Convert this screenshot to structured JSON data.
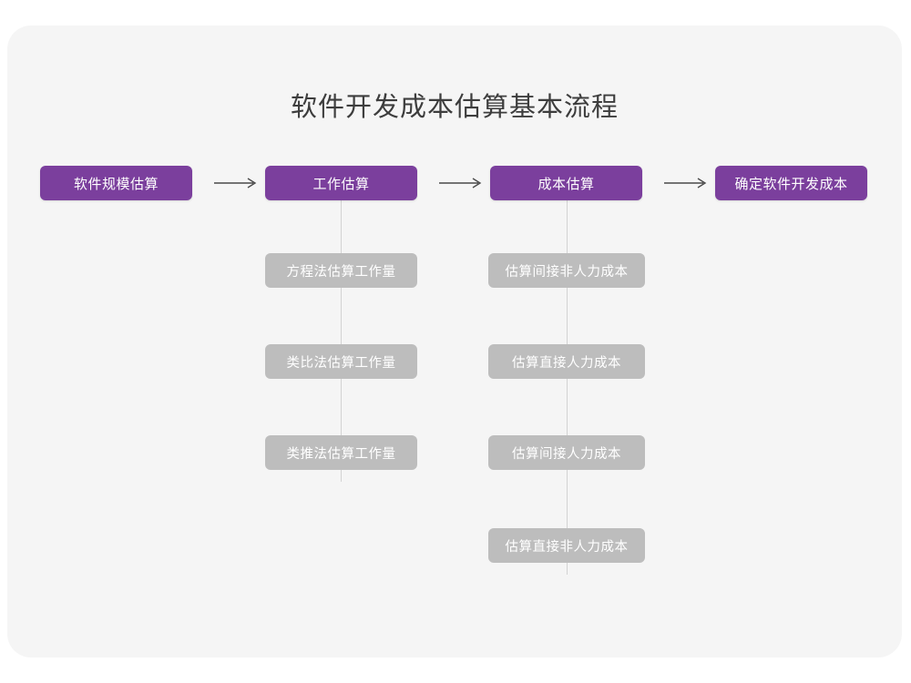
{
  "title": "软件开发成本估算基本流程",
  "colors": {
    "card_bg": "#f5f5f5",
    "page_bg": "#ffffff",
    "primary": "#7b3f9d",
    "secondary": "#bdbdbd",
    "connector": "#d3d3d3",
    "title_text": "#3d3d3d",
    "node_text": "#ffffff",
    "arrow": "#4a4a4a"
  },
  "flow": {
    "main_steps": [
      {
        "label": "软件规模估算"
      },
      {
        "label": "工作估算"
      },
      {
        "label": "成本估算"
      },
      {
        "label": "确定软件开发成本"
      }
    ],
    "arrows": [
      {
        "name": "arrow-1",
        "glyph": "right-arrow-icon"
      },
      {
        "name": "arrow-2",
        "glyph": "right-arrow-icon"
      },
      {
        "name": "arrow-3",
        "glyph": "right-arrow-icon"
      }
    ],
    "sub_columns": [
      {
        "parent": "工作估算",
        "items": [
          {
            "label": "方程法估算工作量"
          },
          {
            "label": "类比法估算工作量"
          },
          {
            "label": "类推法估算工作量"
          }
        ]
      },
      {
        "parent": "成本估算",
        "items": [
          {
            "label": "估算间接非人力成本"
          },
          {
            "label": "估算直接人力成本"
          },
          {
            "label": "估算间接人力成本"
          },
          {
            "label": "估算直接非人力成本"
          }
        ]
      }
    ]
  }
}
